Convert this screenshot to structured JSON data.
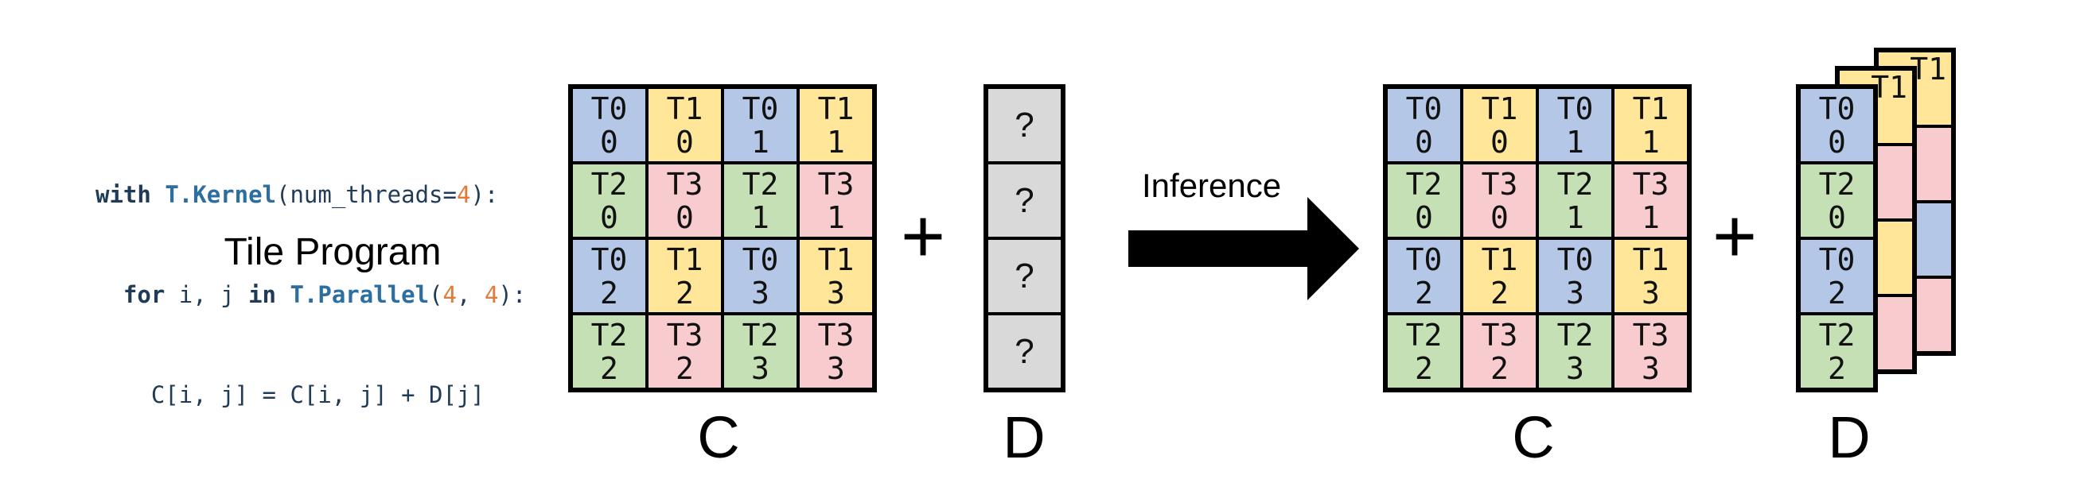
{
  "code": {
    "line1": {
      "kw1": "with",
      "fn1": "T.Kernel",
      "p1": "(num_threads=",
      "n1": "4",
      "p2": "):"
    },
    "line2": {
      "kw1": "for",
      "p1": " i, j ",
      "kw2": "in",
      "fn1": "T.Parallel",
      "p2": "(",
      "n1": "4",
      "p3": ", ",
      "n2": "4",
      "p4": "):"
    },
    "line3": {
      "text": "C[i, j] = C[i, j] + D[j]"
    }
  },
  "tile_caption": "Tile Program",
  "matrix_c": {
    "label": "C",
    "cells": [
      [
        "T0",
        "0"
      ],
      [
        "T1",
        "0"
      ],
      [
        "T0",
        "1"
      ],
      [
        "T1",
        "1"
      ],
      [
        "T2",
        "0"
      ],
      [
        "T3",
        "0"
      ],
      [
        "T2",
        "1"
      ],
      [
        "T3",
        "1"
      ],
      [
        "T0",
        "2"
      ],
      [
        "T1",
        "2"
      ],
      [
        "T0",
        "3"
      ],
      [
        "T1",
        "3"
      ],
      [
        "T2",
        "2"
      ],
      [
        "T3",
        "2"
      ],
      [
        "T2",
        "3"
      ],
      [
        "T3",
        "3"
      ]
    ]
  },
  "vector_d_unknown": {
    "label": "D",
    "cells": [
      "?",
      "?",
      "?",
      "?"
    ]
  },
  "plus_sign": "+",
  "arrow_label": "Inference",
  "vector_d_inferred": {
    "label": "D",
    "front_cells": [
      [
        "T0",
        "0"
      ],
      [
        "T2",
        "0"
      ],
      [
        "T0",
        "2"
      ],
      [
        "T2",
        "2"
      ]
    ],
    "layer2_top": "T1",
    "layer3_top": "T1"
  },
  "colors": {
    "T0": "#b4c7e7",
    "T1": "#ffe699",
    "T2": "#c5e0b4",
    "T3": "#f8cbcf",
    "unknown": "#d9d9d9"
  }
}
